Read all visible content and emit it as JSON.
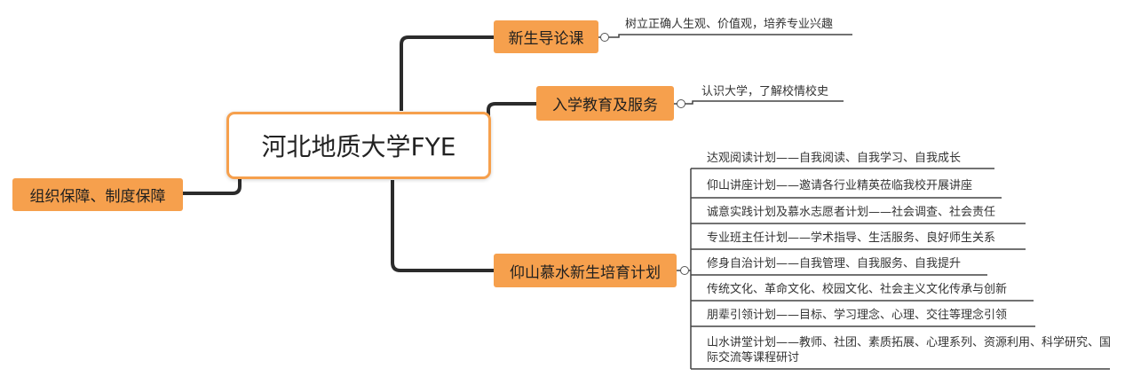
{
  "center": {
    "label": "河北地质大学FYE"
  },
  "left": {
    "label": "组织保障、制度保障"
  },
  "branches": [
    {
      "label": "新生导论课",
      "notes": [
        "树立正确人生观、价值观，培养专业兴趣"
      ]
    },
    {
      "label": "入学教育及服务",
      "notes": [
        "认识大学，了解校情校史"
      ]
    },
    {
      "label": "仰山慕水新生培育计划",
      "notes": [
        "达观阅读计划——自我阅读、自我学习、自我成长",
        "仰山讲座计划——邀请各行业精英莅临我校开展讲座",
        "诚意实践计划及慕水志愿者计划——社会调查、社会责任",
        "专业班主任计划——学术指导、生活服务、良好师生关系",
        "修身自治计划——自我管理、自我服务、自我提升",
        "传统文化、革命文化、校园文化、社会主义文化传承与创新",
        "朋辈引领计划——目标、学习理念、心理、交往等理念引领",
        "山水讲堂计划——教师、社团、素质拓展、心理系列、资源利用、科学研究、国际交流等课程研讨"
      ]
    }
  ],
  "colors": {
    "node_fill": "#f6a04d",
    "center_border": "#f6a04d",
    "main_line": "#2b2b2b",
    "leaf_line": "#444444"
  }
}
